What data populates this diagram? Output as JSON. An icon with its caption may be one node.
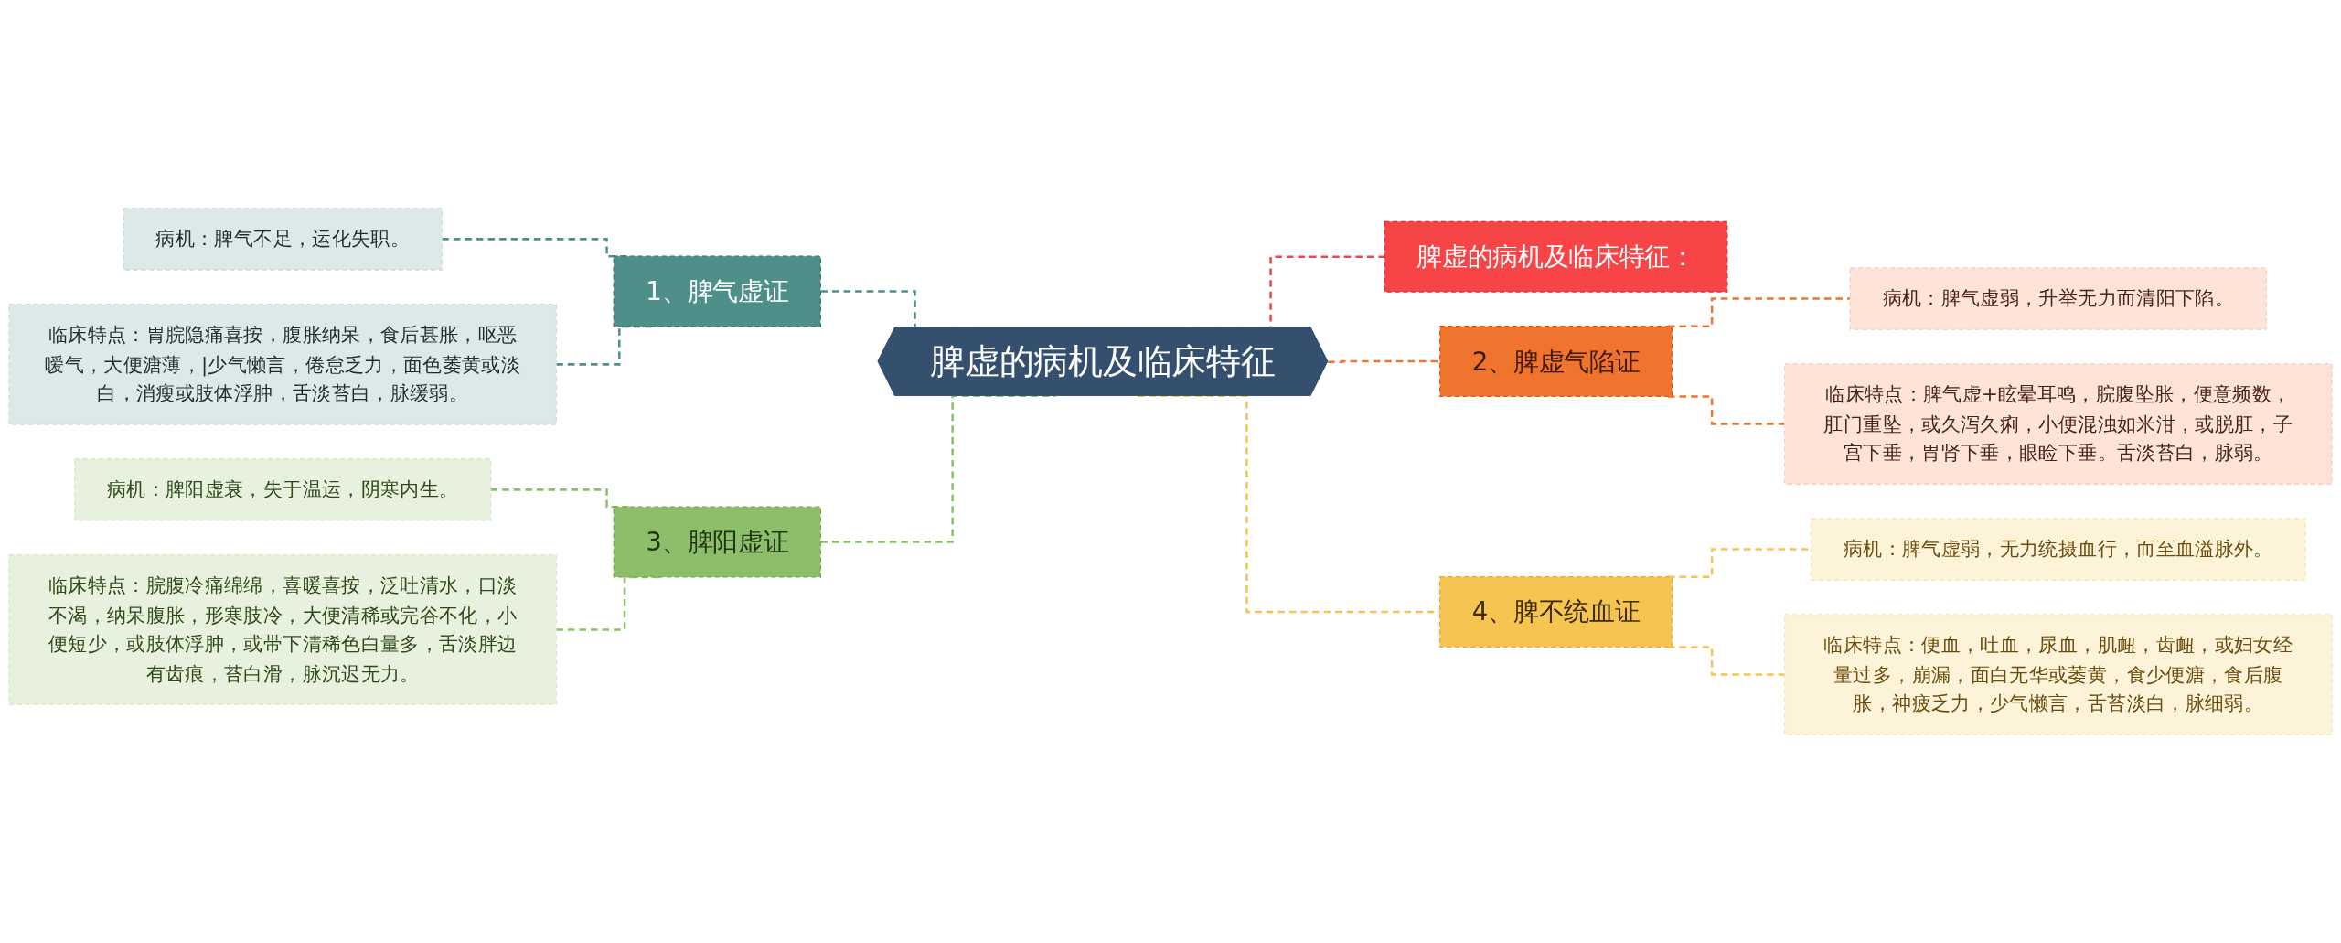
{
  "diagram": {
    "nodes": [
      {
        "text": [
          "脾虚的病机及临床特征"
        ]
      },
      {
        "text": [
          "1、脾气虚证"
        ]
      },
      {
        "text": [
          "病机：脾气不足，运化失职。"
        ]
      },
      {
        "text": [
          "临床特点：胃脘隐痛喜按，腹胀纳呆，食后甚胀，呕恶嗳气，大便溏薄，|少气懒言，倦怠乏力，面色萎黄或淡白，消瘦或肢体浮肿，舌淡苔白，脉缓弱。"
        ]
      },
      {
        "text": [
          "3、脾阳虚证"
        ]
      },
      {
        "text": [
          "病机：脾阳虚衰，失于温运，阴寒内生。"
        ]
      },
      {
        "text": [
          "临床特点：脘腹冷痛绵绵，喜暖喜按，泛吐清水，口淡不渴，纳呆腹胀，形寒肢冷，大便清稀或完谷不化，小便短少，或肢体浮肿，或带下清稀色白量多，舌淡胖边有齿痕，苔白滑，脉沉迟无力。"
        ]
      },
      {
        "text": [
          "脾虚的病机及临床特征："
        ]
      },
      {
        "text": [
          "2、脾虚气陷证"
        ]
      },
      {
        "text": [
          "病机：脾气虚弱，升举无力而清阳下陷。"
        ]
      },
      {
        "text": [
          "临床特点：脾气虚+眩晕耳鸣，脘腹坠胀，便意频数，肛门重坠，或久泻久痢，小便混浊如米泔，或脱肛，子宫下垂，胃肾下垂，眼睑下垂。舌淡苔白，脉弱。"
        ]
      },
      {
        "text": [
          "4、脾不统血证"
        ]
      },
      {
        "text": [
          "病机：脾气虚弱，无力统摄血行，而至血溢脉外。"
        ]
      },
      {
        "text": [
          "临床特点：便血，吐血，尿血，肌衄，齿衄，或妇女经量过多，崩漏，面白无华或萎黄，食少便溏，食后腹胀，神疲乏力，少气懒言，舌苔淡白，脉细弱。"
        ]
      }
    ],
    "edges": [
      {
        "from": 0,
        "to": 1,
        "arrow": "none",
        "style": "dashed",
        "color": "#4e8f8a"
      },
      {
        "from": 1,
        "to": 2,
        "arrow": "none",
        "style": "dashed",
        "color": "#4e8f8a"
      },
      {
        "from": 1,
        "to": 3,
        "arrow": "none",
        "style": "dashed",
        "color": "#4e8f8a"
      },
      {
        "from": 0,
        "to": 4,
        "arrow": "none",
        "style": "dashed",
        "color": "#8dbe6a"
      },
      {
        "from": 4,
        "to": 5,
        "arrow": "none",
        "style": "dashed",
        "color": "#8dbe6a"
      },
      {
        "from": 4,
        "to": 6,
        "arrow": "none",
        "style": "dashed",
        "color": "#8dbe6a"
      },
      {
        "from": 0,
        "to": 7,
        "arrow": "none",
        "style": "dashed",
        "color": "#e84a4a"
      },
      {
        "from": 0,
        "to": 8,
        "arrow": "none",
        "style": "dashed",
        "color": "#f0732e"
      },
      {
        "from": 8,
        "to": 9,
        "arrow": "none",
        "style": "dashed",
        "color": "#f0732e"
      },
      {
        "from": 8,
        "to": 10,
        "arrow": "none",
        "style": "dashed",
        "color": "#f0732e"
      },
      {
        "from": 0,
        "to": 11,
        "arrow": "none",
        "style": "dashed",
        "color": "#f5c451"
      },
      {
        "from": 11,
        "to": 12,
        "arrow": "none",
        "style": "dashed",
        "color": "#f5c451"
      },
      {
        "from": 11,
        "to": 13,
        "arrow": "none",
        "style": "dashed",
        "color": "#f5c451"
      }
    ]
  }
}
